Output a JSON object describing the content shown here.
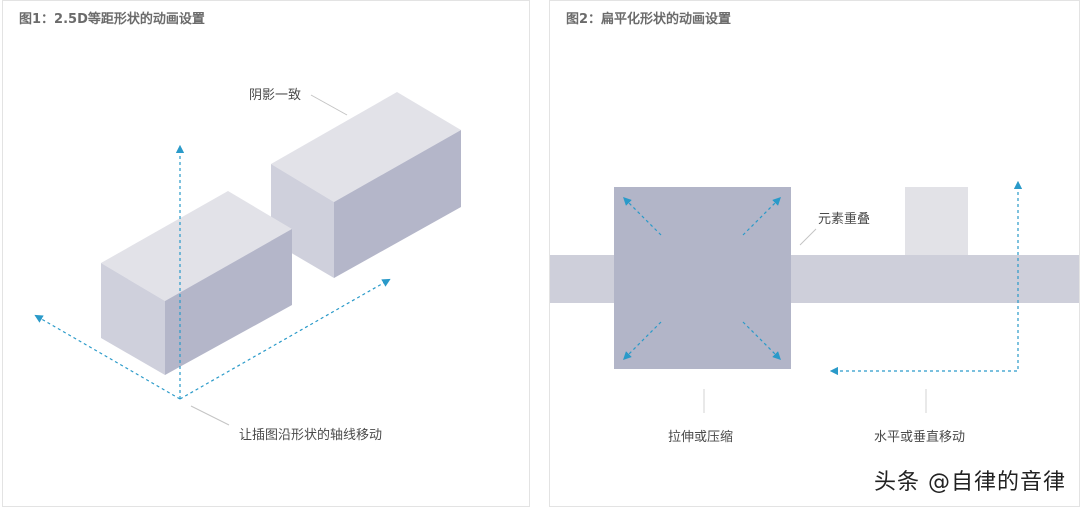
{
  "figure1": {
    "title": "图1：2.5D等距形状的动画设置",
    "label_shadow": "阴影一致",
    "label_axis_move": "让插图沿形状的轴线移动"
  },
  "figure2": {
    "title": "图2：扁平化形状的动画设置",
    "label_overlap": "元素重叠",
    "label_scale": "拉伸或压缩",
    "label_move": "水平或垂直移动"
  },
  "watermark": "头条 @自律的音律",
  "colors": {
    "cube_top": "#e2e2e8",
    "cube_left": "#cfd0dc",
    "cube_right": "#b4b6c9",
    "flat_bar": "#cecfda",
    "flat_square": "#b2b5c8",
    "flat_small": "#e2e2e7",
    "arrow": "#2a9ac9",
    "leader": "#c4c4c4"
  }
}
